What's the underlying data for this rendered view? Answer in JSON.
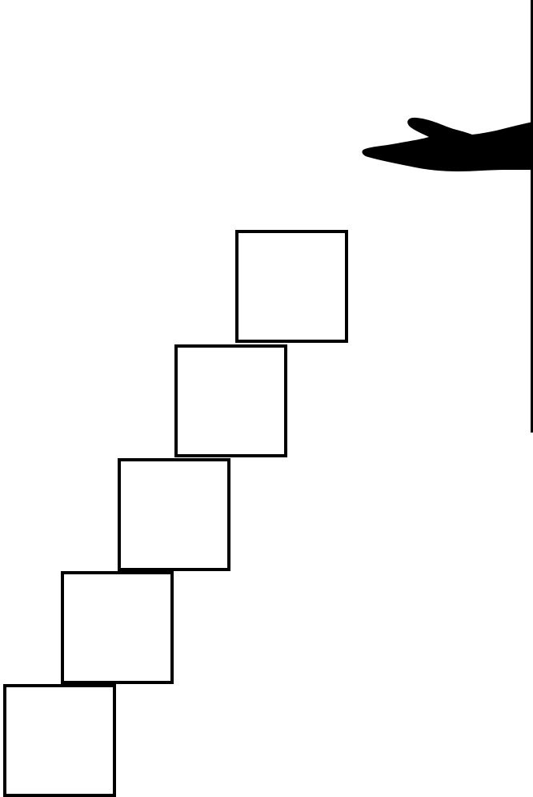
{
  "scene": {
    "boxes": [
      {
        "name": "stair-box-1"
      },
      {
        "name": "stair-box-2"
      },
      {
        "name": "stair-box-3"
      },
      {
        "name": "stair-box-4"
      },
      {
        "name": "stair-box-5"
      }
    ],
    "colors": {
      "background": "#ffffff",
      "outline": "#000000",
      "silhouette": "#000000"
    },
    "icons": {
      "hand": "reaching-hand-icon"
    }
  }
}
